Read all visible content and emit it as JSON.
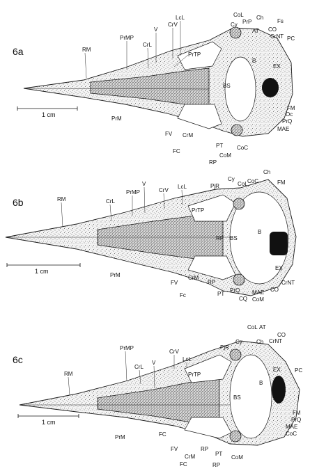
{
  "panels": [
    {
      "id": "6a",
      "label": "6a",
      "scale_text": "1 cm",
      "labels": [
        "RM",
        "PrMP",
        "CrL",
        "V",
        "CrV",
        "LcL",
        "PrTP",
        "CoL",
        "PrP",
        "Cy",
        "Ch",
        "AT",
        "Fs",
        "CO",
        "CrNT",
        "PC",
        "B",
        "EX",
        "BS",
        "FM",
        "Oc",
        "PrQ",
        "MAE",
        "CoC",
        "CoM",
        "PT",
        "RP",
        "CrM",
        "FC",
        "FV",
        "PrM"
      ]
    },
    {
      "id": "6b",
      "label": "6b",
      "scale_text": "1 cm",
      "labels": [
        "RM",
        "CrL",
        "PrMP",
        "V",
        "CrV",
        "LcL",
        "PrTP",
        "PjR",
        "Cy",
        "CoL",
        "CoC",
        "Ch",
        "FM",
        "B",
        "RP",
        "BS",
        "EX",
        "CrNT",
        "CO",
        "MAE",
        "CoM",
        "CQ",
        "PrQ",
        "PT",
        "RP",
        "CrM",
        "FV",
        "Fc",
        "PrM"
      ]
    },
    {
      "id": "6c",
      "label": "6c",
      "scale_text": "1 cm",
      "labels": [
        "RM",
        "PrMP",
        "CrL",
        "CrV",
        "LcL",
        "V",
        "PrTP",
        "PjR",
        "Cy",
        "CoL",
        "AT",
        "Ch",
        "CO",
        "CrNT",
        "PC",
        "EX",
        "B",
        "BS",
        "FM",
        "PrQ",
        "MAE",
        "CoC",
        "CoM",
        "PT",
        "RP",
        "RP",
        "CrM",
        "FC",
        "FV",
        "FC",
        "PrM"
      ]
    }
  ]
}
